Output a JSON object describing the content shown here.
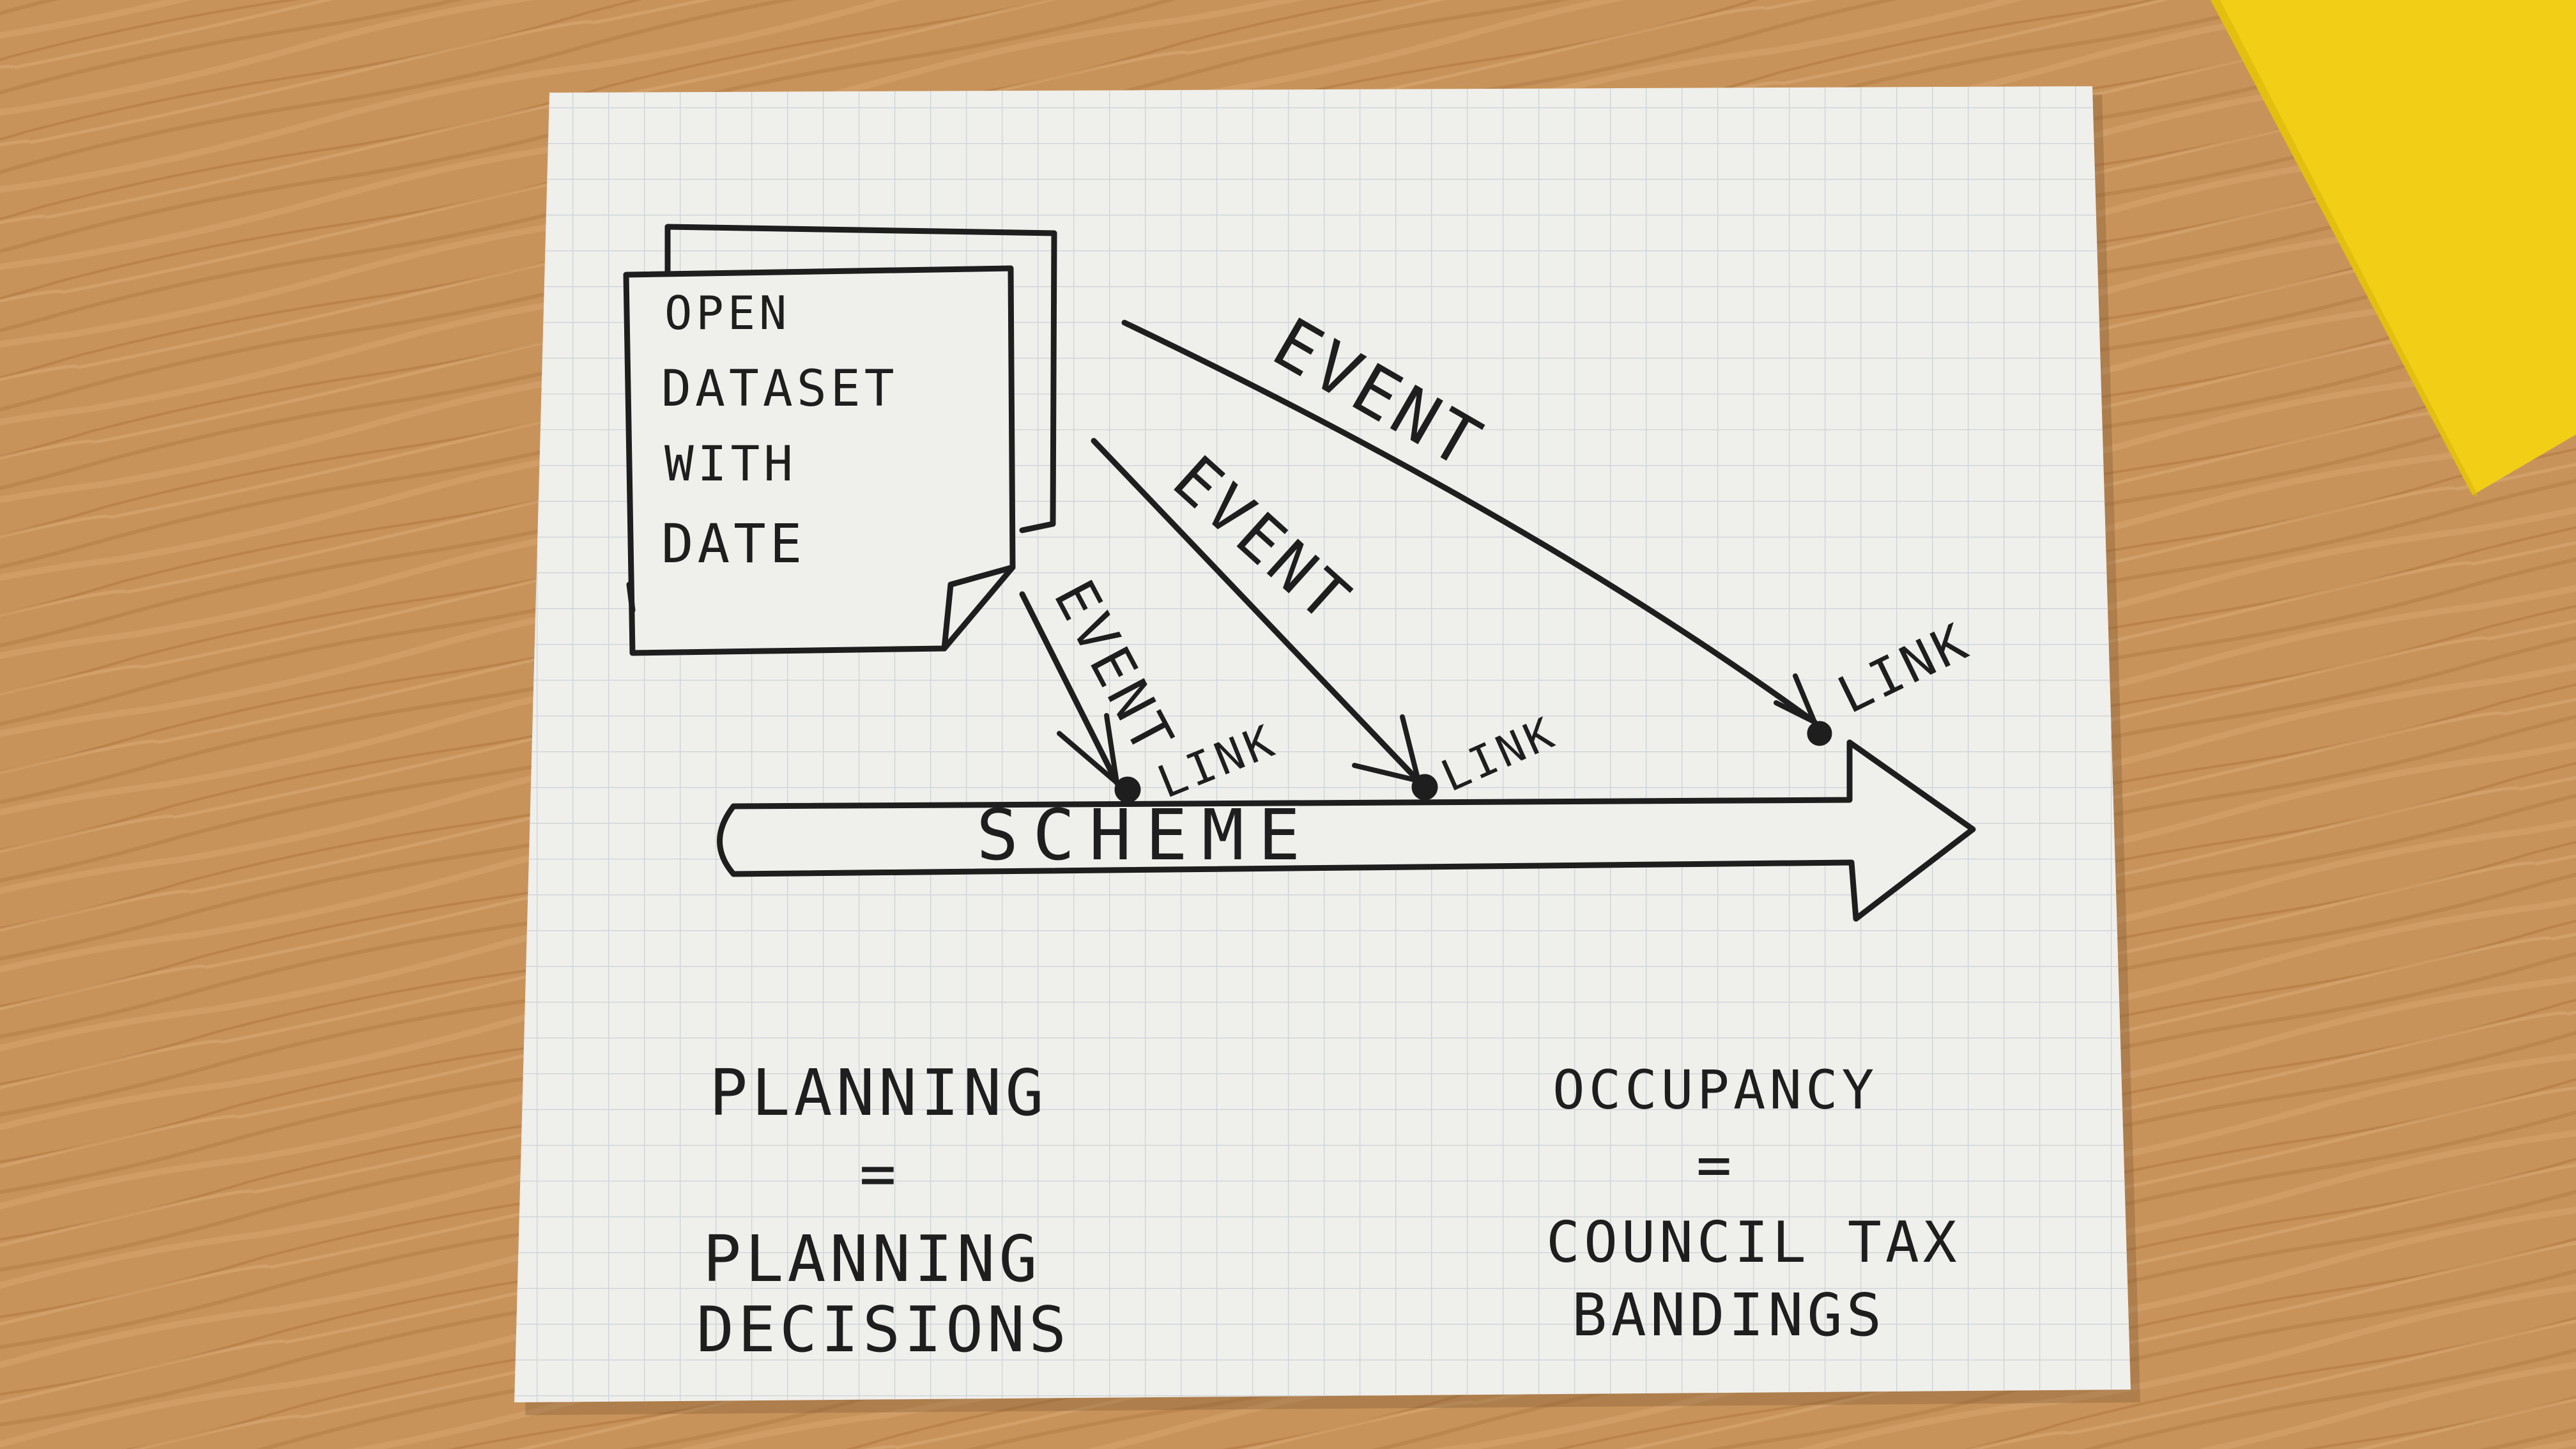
{
  "colors": {
    "wood": "#c8935a",
    "paper": "#efefec",
    "grid": "#c9cfd3",
    "ink": "#1e1e1e",
    "sticky_note": "#f2cf16"
  },
  "icons": {
    "dataset": "stacked-document-icon",
    "scheme": "arrow-icon",
    "link": "dot-icon"
  },
  "diagram": {
    "dataset_label": [
      "OPEN",
      "DATASET",
      "WITH",
      "DATE"
    ],
    "event_labels": [
      "EVENT",
      "EVENT",
      "EVENT"
    ],
    "link_labels": [
      "LINK",
      "LINK",
      "LINK"
    ],
    "scheme_label": "SCHEME"
  },
  "notes": {
    "left": {
      "term": "PLANNING",
      "equals": "=",
      "definition": [
        "PLANNING",
        "DECISIONS"
      ]
    },
    "right": {
      "term": "OCCUPANCY",
      "equals": "=",
      "definition": [
        "COUNCIL TAX",
        "BANDINGS"
      ]
    }
  }
}
